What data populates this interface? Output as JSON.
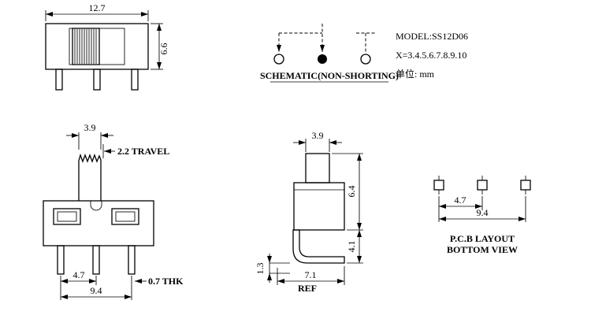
{
  "title": {
    "model": "MODEL:SS12D06",
    "x_options": "X=3.4.5.6.7.8.9.10",
    "unit": "单位: mm"
  },
  "schematic": {
    "label": "SCHEMATIC(NON-SHORTING)"
  },
  "front_view": {
    "dim_width": "12.7",
    "dim_height": "6.6"
  },
  "side_view": {
    "dim_knob": "3.9",
    "travel": "2.2 TRAVEL",
    "dim_pitch": "4.7",
    "dim_span": "9.4",
    "thk": "0.7 THK"
  },
  "profile_view": {
    "dim_knob": "3.9",
    "dim_body": "6.4",
    "dim_pin": "4.1",
    "dim_tip": "1.3",
    "dim_len": "7.1",
    "ref": "REF"
  },
  "pcb_layout": {
    "dim_pitch": "4.7",
    "dim_span": "9.4",
    "label_line1": "P.C.B LAYOUT",
    "label_line2": "BOTTOM VIEW"
  }
}
